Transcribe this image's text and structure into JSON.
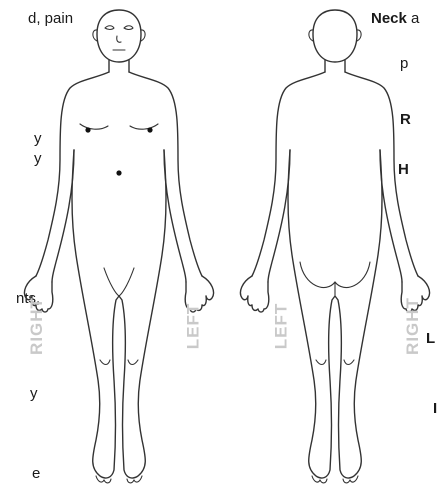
{
  "left_text": {
    "line1": "d, pain",
    "line2": "y",
    "line3": "y",
    "line4": "nts,",
    "line5": "y",
    "line6": "e"
  },
  "right_text": {
    "neck_bold": "Neck",
    "neck_rest": " a",
    "line_p": "p",
    "line_r": "R",
    "line_h": "H",
    "line_l": "L",
    "line_i": "I"
  },
  "labels": {
    "front_right": "RIGHT",
    "front_left": "LEFT",
    "back_left": "LEFT",
    "back_right": "RIGHT"
  }
}
